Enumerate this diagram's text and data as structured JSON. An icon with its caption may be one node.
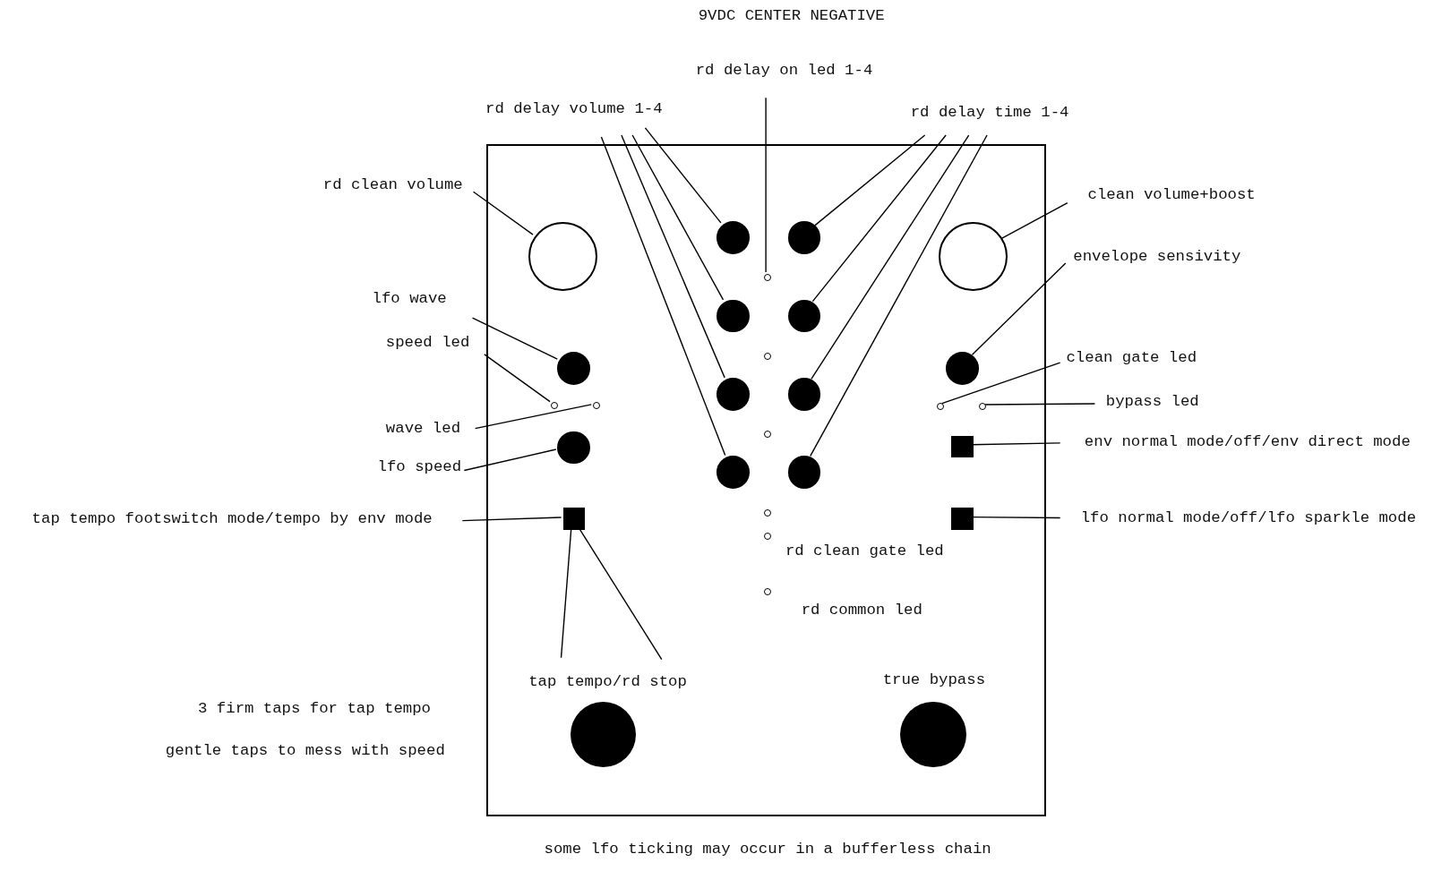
{
  "diagram": {
    "title": "9VDC CENTER NEGATIVE",
    "caption": "some lfo ticking may occur in a bufferless chain",
    "nodes": [
      {
        "text": [],
        "shape": "box"
      },
      {
        "text": [],
        "shape": "circle",
        "in": 0
      },
      {
        "text": [],
        "shape": "circle",
        "in": 0
      },
      {
        "text": [],
        "shape": "circle",
        "in": 0
      },
      {
        "text": [],
        "shape": "circle",
        "in": 0
      },
      {
        "text": [],
        "shape": "circle",
        "in": 0
      },
      {
        "text": [],
        "shape": "circle",
        "in": 0
      },
      {
        "text": [],
        "shape": "circle",
        "in": 0
      },
      {
        "text": [],
        "shape": "circle",
        "in": 0
      },
      {
        "text": [],
        "shape": "circle",
        "in": 0
      },
      {
        "text": [],
        "shape": "circle",
        "in": 0
      },
      {
        "text": [],
        "shape": "circle",
        "in": 0
      },
      {
        "text": [],
        "shape": "circle",
        "in": 0
      },
      {
        "text": [],
        "shape": "circle",
        "in": 0
      },
      {
        "text": [],
        "shape": "circle",
        "in": 0
      },
      {
        "text": [],
        "shape": "circle",
        "in": 0,
        "beside": [
          "rd clean gate led"
        ]
      },
      {
        "text": [],
        "shape": "circle",
        "in": 0,
        "beside": [
          "rd common led"
        ]
      },
      {
        "text": [],
        "shape": "circle",
        "in": 0
      },
      {
        "text": [],
        "shape": "circle",
        "in": 0
      },
      {
        "text": [],
        "shape": "circle",
        "in": 0
      },
      {
        "text": [],
        "shape": "circle",
        "in": 0
      },
      {
        "text": [],
        "shape": "circle",
        "in": 0
      },
      {
        "text": [],
        "shape": "circle",
        "in": 0
      },
      {
        "text": [],
        "shape": "circle",
        "in": 0
      },
      {
        "text": [],
        "shape": "box",
        "in": 0
      },
      {
        "text": [],
        "shape": "box",
        "in": 0
      },
      {
        "text": [],
        "shape": "box",
        "in": 0
      },
      {
        "text": [],
        "shape": "circle",
        "in": 0
      },
      {
        "text": [],
        "shape": "circle",
        "in": 0,
        "beside": [
          "true bypass"
        ]
      },
      {
        "text": [
          "rd delay on led 1-4"
        ]
      },
      {
        "text": [
          "rd delay volume 1-4"
        ]
      },
      {
        "text": [
          "rd delay time 1-4"
        ]
      },
      {
        "text": [
          "rd clean volume"
        ]
      },
      {
        "text": [
          "clean volume+boost"
        ]
      },
      {
        "text": [
          "lfo wave"
        ]
      },
      {
        "text": [
          "speed led"
        ]
      },
      {
        "text": [
          "wave led"
        ]
      },
      {
        "text": [
          "lfo speed"
        ]
      },
      {
        "text": [
          "tap tempo footswitch mode/tempo by env mode"
        ]
      },
      {
        "text": [
          "envelope sensivity"
        ]
      },
      {
        "text": [
          "clean gate led"
        ]
      },
      {
        "text": [
          "bypass led"
        ]
      },
      {
        "text": [
          "env normal mode/off/env direct mode"
        ]
      },
      {
        "text": [
          "lfo normal mode/off/lfo sparkle mode"
        ]
      },
      {
        "text": [
          "tap tempo/rd stop"
        ],
        "in": 0
      }
    ],
    "edges": [
      {
        "from": 29,
        "to": 5,
        "arrow": "none"
      },
      {
        "from": 30,
        "to": 3,
        "arrow": "none"
      },
      {
        "from": 30,
        "to": 6,
        "arrow": "none"
      },
      {
        "from": 30,
        "to": 9,
        "arrow": "none"
      },
      {
        "from": 30,
        "to": 12,
        "arrow": "none"
      },
      {
        "from": 31,
        "to": 4,
        "arrow": "none"
      },
      {
        "from": 31,
        "to": 7,
        "arrow": "none"
      },
      {
        "from": 31,
        "to": 10,
        "arrow": "none"
      },
      {
        "from": 31,
        "to": 13,
        "arrow": "none"
      },
      {
        "from": 32,
        "to": 1,
        "arrow": "none"
      },
      {
        "from": 33,
        "to": 2,
        "arrow": "none"
      },
      {
        "from": 34,
        "to": 17,
        "arrow": "none"
      },
      {
        "from": 35,
        "to": 19,
        "arrow": "none"
      },
      {
        "from": 36,
        "to": 20,
        "arrow": "none"
      },
      {
        "from": 37,
        "to": 23,
        "arrow": "none"
      },
      {
        "from": 38,
        "to": 25,
        "arrow": "none"
      },
      {
        "from": 39,
        "to": 18,
        "arrow": "none"
      },
      {
        "from": 40,
        "to": 21,
        "arrow": "none"
      },
      {
        "from": 41,
        "to": 22,
        "arrow": "none"
      },
      {
        "from": 42,
        "to": 24,
        "arrow": "none"
      },
      {
        "from": 43,
        "to": 26,
        "arrow": "none"
      },
      {
        "from": 44,
        "to": 25,
        "arrow": "none"
      },
      {
        "from": 44,
        "to": 25,
        "arrow": "none"
      }
    ],
    "labels": [
      "3 firm taps for tap tempo",
      "gentle taps to mess with speed"
    ]
  }
}
